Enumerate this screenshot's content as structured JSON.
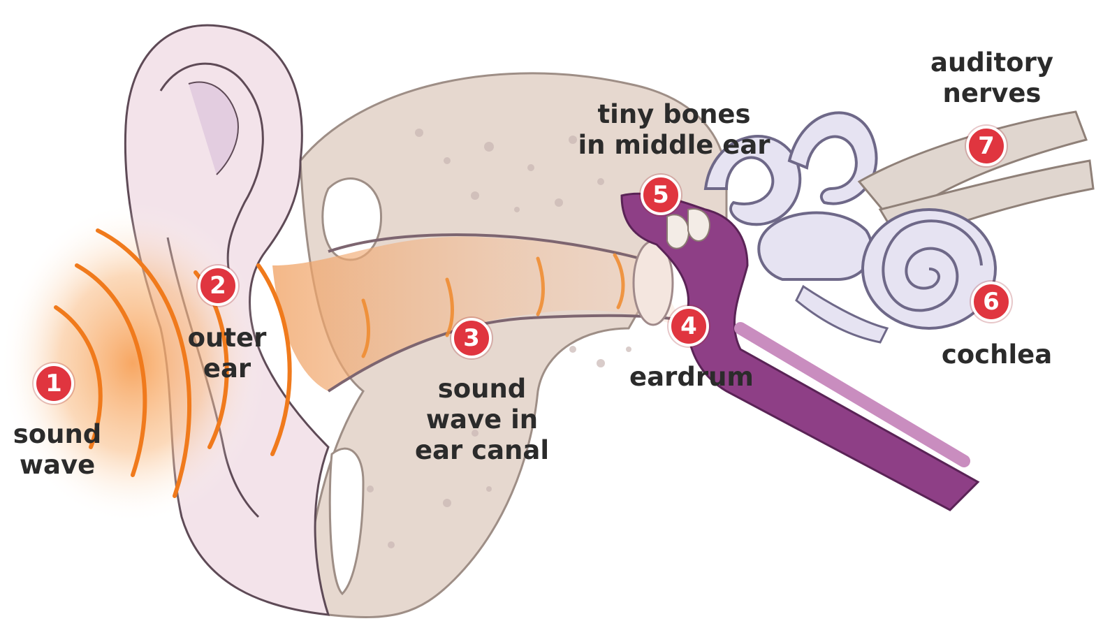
{
  "steps": [
    {
      "number": "1",
      "label": [
        "sound",
        "wave"
      ]
    },
    {
      "number": "2",
      "label": [
        "outer",
        "ear"
      ]
    },
    {
      "number": "3",
      "label": [
        "sound",
        "wave in",
        "ear canal"
      ]
    },
    {
      "number": "4",
      "label": [
        "eardrum"
      ]
    },
    {
      "number": "5",
      "label": [
        "tiny bones",
        "in middle ear"
      ]
    },
    {
      "number": "6",
      "label": [
        "cochlea"
      ]
    },
    {
      "number": "7",
      "label": [
        "auditory",
        "nerves"
      ]
    }
  ],
  "colors": {
    "badge": "#e0353f",
    "sound_wave": "#f07a1c",
    "skin": "#f3e3ea",
    "bone": "#e6d8cf",
    "middle_ear": "#8e3f86",
    "inner_ear": "#e6e3f2"
  }
}
